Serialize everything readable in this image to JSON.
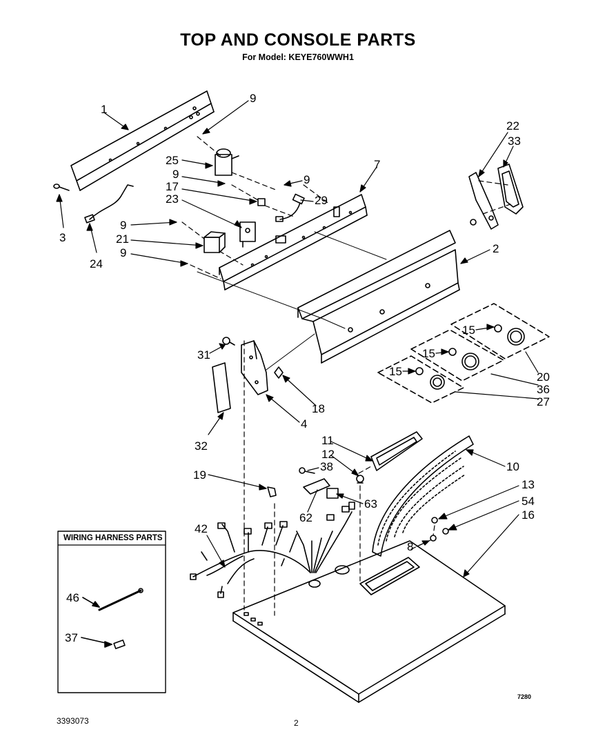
{
  "header": {
    "title": "TOP AND CONSOLE PARTS",
    "subtitle": "For Model: KEYE760WWH1"
  },
  "callouts": [
    "1",
    "9",
    "25",
    "9",
    "9",
    "17",
    "23",
    "29",
    "7",
    "3",
    "24",
    "9",
    "21",
    "9",
    "22",
    "33",
    "2",
    "15",
    "15",
    "15",
    "20",
    "36",
    "27",
    "31",
    "18",
    "4",
    "32",
    "11",
    "10",
    "12",
    "38",
    "19",
    "63",
    "62",
    "13",
    "54",
    "16",
    "42",
    "8"
  ],
  "wiring_box": {
    "title": "WIRING HARNESS PARTS",
    "callouts": [
      "46",
      "37"
    ]
  },
  "footer": {
    "doc_number": "3393073",
    "page": "2",
    "drawing_number": "7280"
  }
}
